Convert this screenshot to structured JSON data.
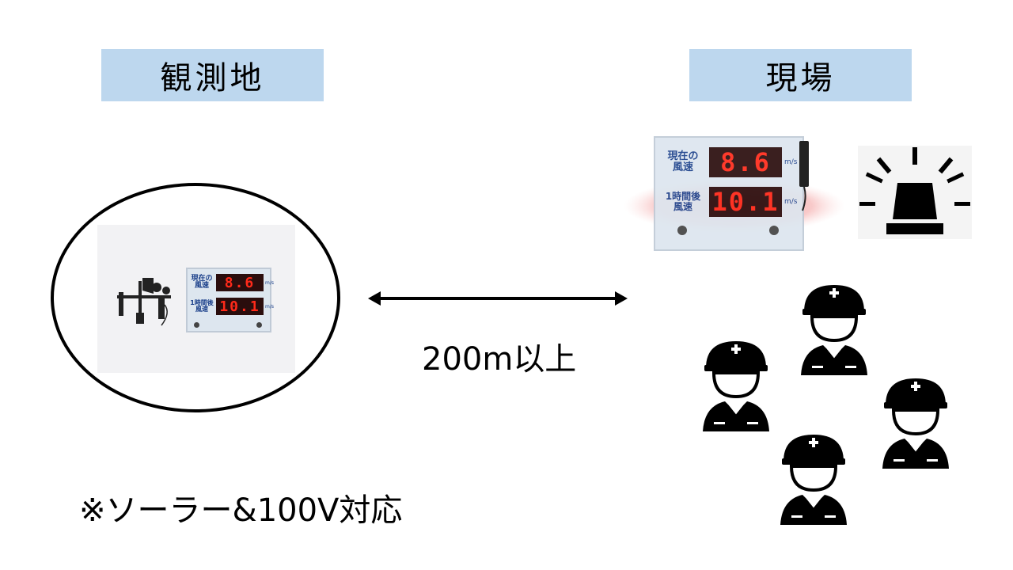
{
  "labels": {
    "observation_site": "観測地",
    "field_site": "現場"
  },
  "distance": "200m以上",
  "note": "※ソーラー&100V対応",
  "display_panel": {
    "row1_caption": "現在の\n風速",
    "row1_value": "8.6",
    "row2_caption": "1時間後\n風速",
    "row2_value": "10.1",
    "unit": "m/s"
  },
  "icons": {
    "anemometer": "anemometer-icon",
    "warning_light": "warning-light-icon",
    "worker": "worker-helmet-icon"
  }
}
